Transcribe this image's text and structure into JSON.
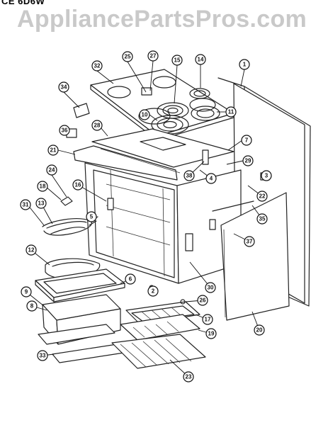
{
  "header": {
    "model": "CE 6D6W",
    "watermark": "AppliancePartsPros.com"
  },
  "callouts": [
    {
      "id": "c25",
      "label": "25"
    },
    {
      "id": "c27",
      "label": "27"
    },
    {
      "id": "c15",
      "label": "15"
    },
    {
      "id": "c14",
      "label": "14"
    },
    {
      "id": "c32",
      "label": "32"
    },
    {
      "id": "c1",
      "label": "1"
    },
    {
      "id": "c34",
      "label": "34"
    },
    {
      "id": "c11",
      "label": "11"
    },
    {
      "id": "c10",
      "label": "10"
    },
    {
      "id": "c36",
      "label": "36"
    },
    {
      "id": "c28",
      "label": "28"
    },
    {
      "id": "c7",
      "label": "7"
    },
    {
      "id": "c21",
      "label": "21"
    },
    {
      "id": "c29",
      "label": "29"
    },
    {
      "id": "c38",
      "label": "38"
    },
    {
      "id": "c3",
      "label": "3"
    },
    {
      "id": "c24",
      "label": "24"
    },
    {
      "id": "c4",
      "label": "4"
    },
    {
      "id": "c22",
      "label": "22"
    },
    {
      "id": "c18",
      "label": "18"
    },
    {
      "id": "c16",
      "label": "16"
    },
    {
      "id": "c31",
      "label": "31"
    },
    {
      "id": "c13",
      "label": "13"
    },
    {
      "id": "c5",
      "label": "5"
    },
    {
      "id": "c35",
      "label": "35"
    },
    {
      "id": "c37",
      "label": "37"
    },
    {
      "id": "c12",
      "label": "12"
    },
    {
      "id": "c6",
      "label": "6"
    },
    {
      "id": "c2",
      "label": "2"
    },
    {
      "id": "c30",
      "label": "30"
    },
    {
      "id": "c9",
      "label": "9"
    },
    {
      "id": "c8",
      "label": "8"
    },
    {
      "id": "c26",
      "label": "26"
    },
    {
      "id": "c17",
      "label": "17"
    },
    {
      "id": "c19",
      "label": "19"
    },
    {
      "id": "c20",
      "label": "20"
    },
    {
      "id": "c33",
      "label": "33"
    },
    {
      "id": "c23",
      "label": "23"
    }
  ]
}
